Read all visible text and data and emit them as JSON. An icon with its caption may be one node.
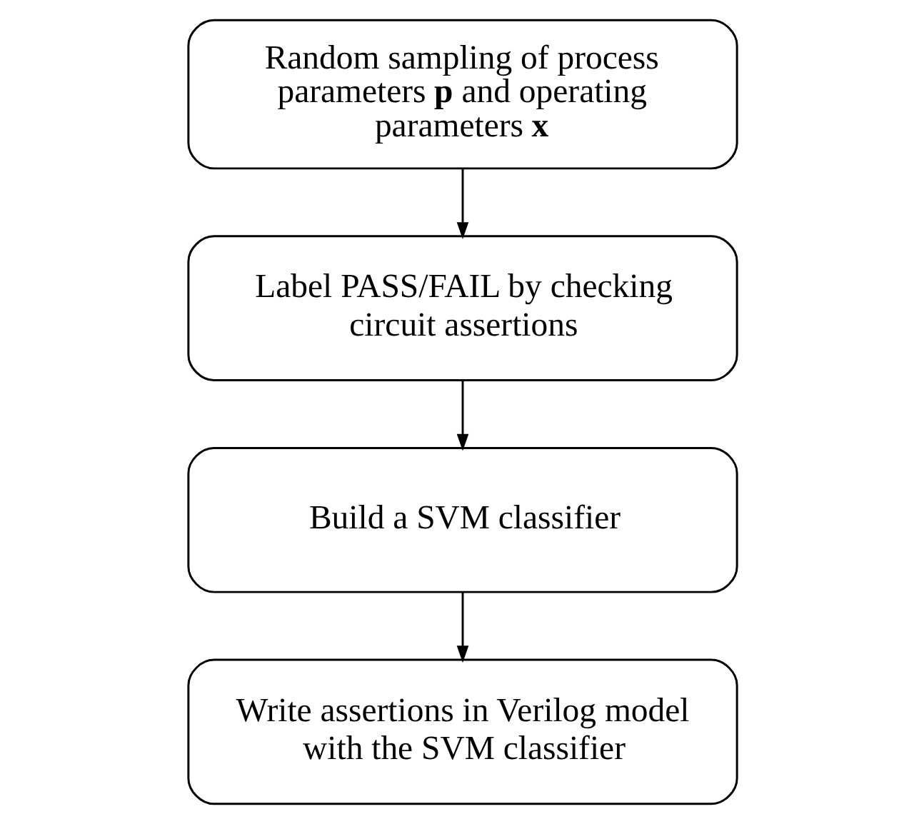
{
  "diagram": {
    "nodes": [
      {
        "text": [
          "Random sampling of process parameters **p** and operating parameters **x**"
        ]
      },
      {
        "text": [
          "Label PASS/FAIL by checking circuit assertions"
        ]
      },
      {
        "text": [
          "Build a SVM classifier"
        ]
      },
      {
        "text": [
          "Write assertions in Verilog model with the SVM classifier"
        ]
      }
    ],
    "edges": [
      {
        "from": 0,
        "to": 1,
        "arrow": "to"
      },
      {
        "from": 1,
        "to": 2,
        "arrow": "to"
      },
      {
        "from": 2,
        "to": 3,
        "arrow": "to"
      }
    ]
  }
}
